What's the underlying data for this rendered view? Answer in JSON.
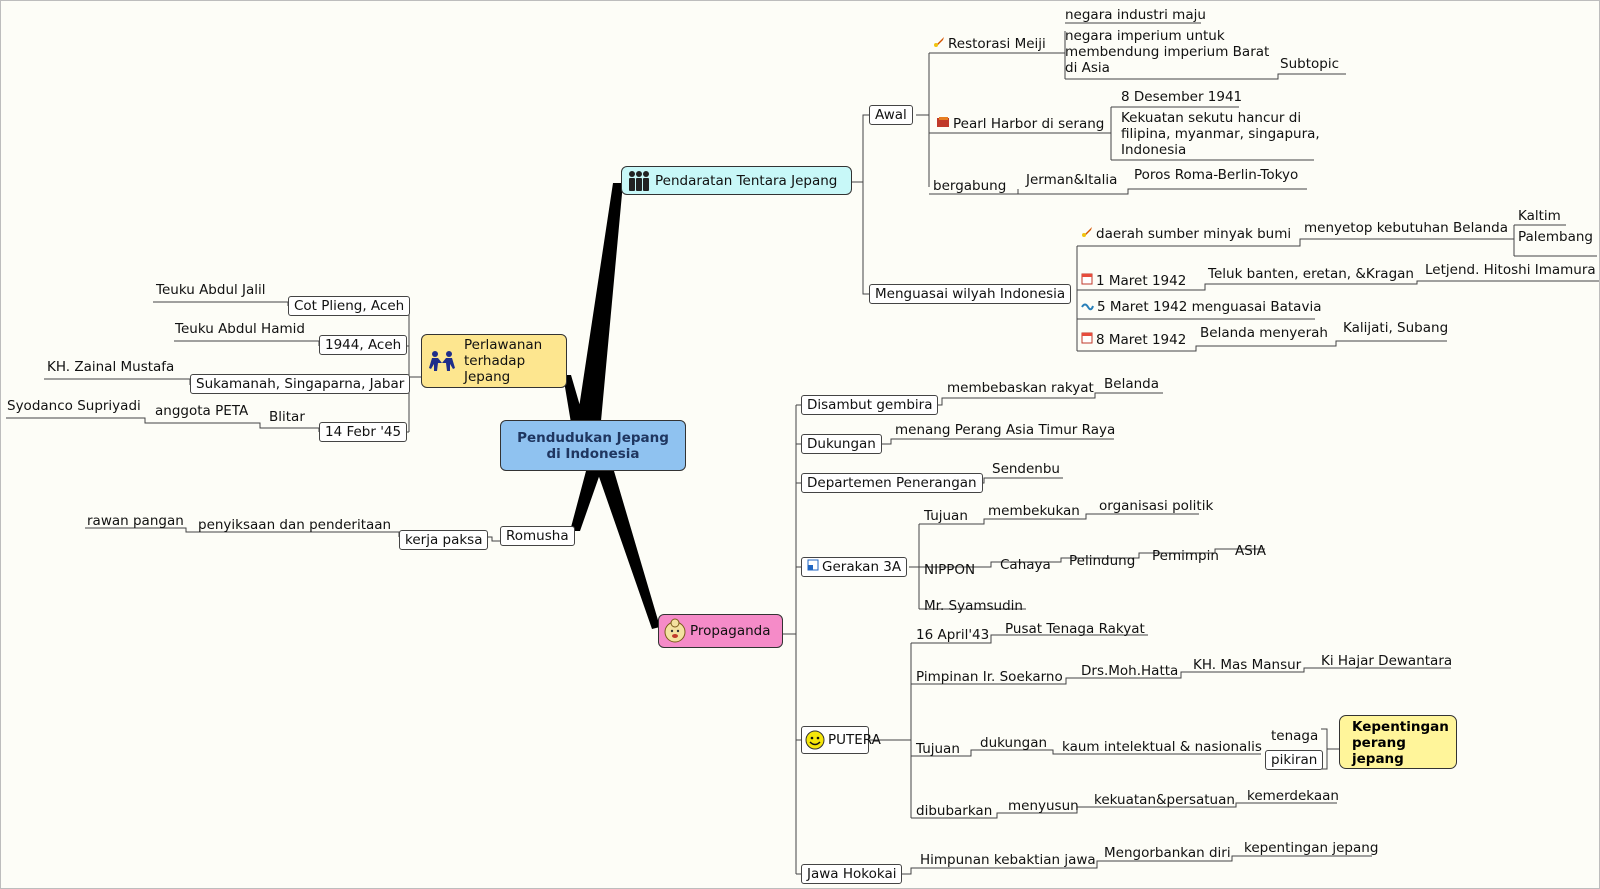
{
  "center": {
    "line1": "Pendudukan Jepang",
    "line2": "di Indonesia"
  },
  "topics": {
    "pendaratan": "Pendaratan Tentara Jepang",
    "perlawanan": [
      "Perlawanan",
      "terhadap",
      "Jepang"
    ],
    "romusha": "Romusha",
    "propaganda": "Propaganda"
  },
  "pendaratan": {
    "awal": "Awal",
    "restorasi": "Restorasi Meiji",
    "negara_industri": "negara industri maju",
    "negara_imperium": [
      "negara imperium untuk",
      "membendung imperium Barat",
      "di Asia"
    ],
    "subtopic": "Subtopic",
    "pearl": "Pearl Harbor di serang",
    "des": "8 Desember 1941",
    "kekuatan": [
      "Kekuatan sekutu hancur di",
      "filipina, myanmar, singapura,",
      "Indonesia"
    ],
    "bergabung": "bergabung",
    "jerman": "Jerman&Italia",
    "poros": "Poros Roma-Berlin-Tokyo",
    "menguasai": "Menguasai wilyah Indonesia",
    "daerah": "daerah sumber minyak bumi",
    "menyetop": "menyetop kebutuhan Belanda",
    "kaltim": "Kaltim",
    "palembang": "Palembang",
    "maret1": "1 Maret 1942",
    "teluk": "Teluk banten, eretan, &Kragan",
    "letjend": "Letjend. Hitoshi Imamura",
    "maret5": "5 Maret 1942 menguasai Batavia",
    "maret8": "8 Maret 1942",
    "belanda_menyerah": "Belanda menyerah",
    "kalijati": "Kalijati, Subang"
  },
  "perlawanan": {
    "cot": "Cot Plieng, Aceh",
    "jalil": "Teuku Abdul Jalil",
    "aceh1944": "1944, Aceh",
    "hamid": "Teuku Abdul Hamid",
    "sukamanah": "Sukamanah, Singaparna, Jabar",
    "zainal": "KH. Zainal Mustafa",
    "febr": "14 Febr '45",
    "blitar": "Blitar",
    "peta": "anggota PETA",
    "supriyadi": "Syodanco Supriyadi"
  },
  "romusha": {
    "kerja": "kerja paksa",
    "penyiksaan": "penyiksaan dan penderitaan",
    "rawan": "rawan pangan"
  },
  "propaganda": {
    "disambut": "Disambut gembira",
    "membebaskan": "membebaskan rakyat",
    "belanda": "Belanda",
    "dukungan": "Dukungan",
    "menang": "menang Perang Asia Timur Raya",
    "departemen": "Departemen Penerangan",
    "sendenbu": "Sendenbu",
    "gerakan": "Gerakan 3A",
    "tujuan": "Tujuan",
    "membekukan": "membekukan",
    "organisasi": "organisasi politik",
    "nippon": "NIPPON",
    "cahaya": "Cahaya",
    "pelindung": "Pelindung",
    "pemimpin": "Pemimpin",
    "asia": "ASIA",
    "syamsudin": "Mr. Syamsudin",
    "putera": "PUTERA",
    "april": "16 April'43",
    "pusat": "Pusat Tenaga Rakyat",
    "pimpinan": "Pimpinan Ir. Soekarno",
    "hatta": "Drs.Moh.Hatta",
    "mansur": "KH. Mas Mansur",
    "dewantara": "Ki Hajar Dewantara",
    "tujuan2": "Tujuan",
    "dukungan2": "dukungan",
    "kaum": "kaum intelektual & nasionalis",
    "tenaga": "tenaga",
    "pikiran": "pikiran",
    "kepentingan": [
      "Kepentingan",
      "perang",
      "jepang"
    ],
    "dibubarkan": "dibubarkan",
    "menyusun": "menyusun",
    "kekuatan": "kekuatan&persatuan",
    "kemerdekaan": "kemerdekaan",
    "jawa": "Jawa Hokokai",
    "himpunan": "Himpunan kebaktian jawa",
    "mengorbankan": "Mengorbankan diri",
    "kepentingan_jepang": "kepentingan jepang"
  },
  "colors": {
    "center": "#8fc2f0",
    "pendaratan": "#c8f8f8",
    "perlawanan": "#fde68f",
    "propaganda": "#f58bc8",
    "highlight": "#fff59a"
  },
  "icons": [
    "people-icon",
    "fighters-icon",
    "speaker-icon",
    "rocket-icon",
    "book-icon",
    "calendar-icon",
    "wave-icon",
    "note-icon",
    "smiley-icon"
  ]
}
